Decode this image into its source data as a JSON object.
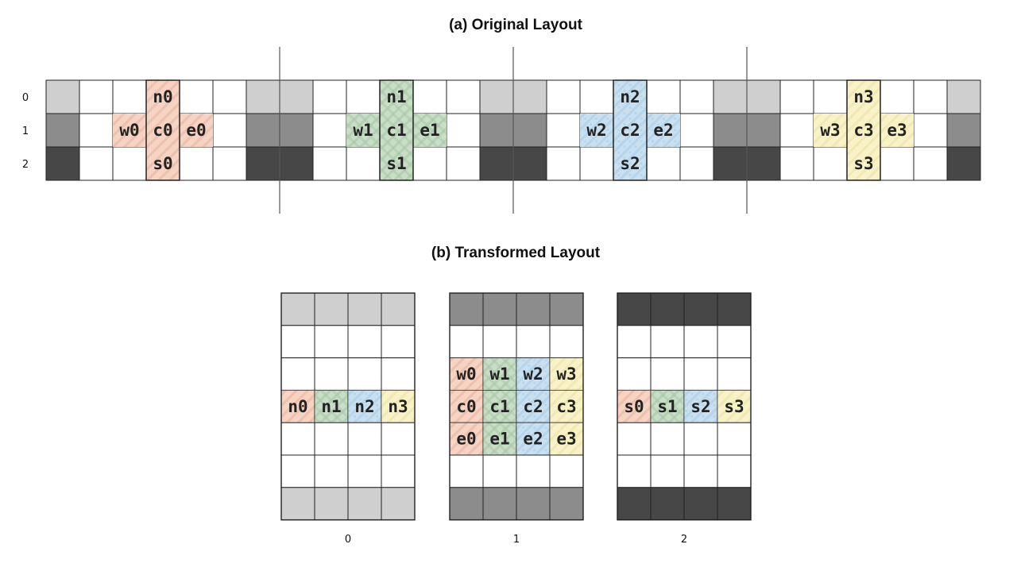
{
  "titles": {
    "a": "(a) Original Layout",
    "b": "(b) Transformed Layout"
  },
  "original": {
    "row_labels": [
      "0",
      "1",
      "2"
    ],
    "blocks": [
      {
        "cells": [
          {
            "label": "n0",
            "row": 0,
            "col": 3
          },
          {
            "label": "w0",
            "row": 1,
            "col": 2
          },
          {
            "label": "c0",
            "row": 1,
            "col": 3
          },
          {
            "label": "e0",
            "row": 1,
            "col": 4
          },
          {
            "label": "s0",
            "row": 2,
            "col": 3
          }
        ]
      },
      {
        "cells": [
          {
            "label": "n1",
            "row": 0,
            "col": 3
          },
          {
            "label": "w1",
            "row": 1,
            "col": 2
          },
          {
            "label": "c1",
            "row": 1,
            "col": 3
          },
          {
            "label": "e1",
            "row": 1,
            "col": 4
          },
          {
            "label": "s1",
            "row": 2,
            "col": 3
          }
        ]
      },
      {
        "cells": [
          {
            "label": "n2",
            "row": 0,
            "col": 3
          },
          {
            "label": "w2",
            "row": 1,
            "col": 2
          },
          {
            "label": "c2",
            "row": 1,
            "col": 3
          },
          {
            "label": "e2",
            "row": 1,
            "col": 4
          },
          {
            "label": "s2",
            "row": 2,
            "col": 3
          }
        ]
      },
      {
        "cells": [
          {
            "label": "n3",
            "row": 0,
            "col": 3
          },
          {
            "label": "w3",
            "row": 1,
            "col": 2
          },
          {
            "label": "c3",
            "row": 1,
            "col": 3
          },
          {
            "label": "e3",
            "row": 1,
            "col": 4
          },
          {
            "label": "s3",
            "row": 2,
            "col": 3
          }
        ]
      }
    ]
  },
  "transformed": {
    "blocks": [
      {
        "label": "0",
        "rows": [
          [],
          [],
          [],
          [
            "n0",
            "n1",
            "n2",
            "n3"
          ],
          [],
          [],
          []
        ]
      },
      {
        "label": "1",
        "rows": [
          [],
          [],
          [
            "w0",
            "w1",
            "w2",
            "w3"
          ],
          [
            "c0",
            "c1",
            "c2",
            "c3"
          ],
          [
            "e0",
            "e1",
            "e2",
            "e3"
          ],
          [],
          []
        ]
      },
      {
        "label": "2",
        "rows": [
          [],
          [],
          [],
          [
            "s0",
            "s1",
            "s2",
            "s3"
          ],
          [],
          [],
          []
        ]
      }
    ]
  },
  "colors": {
    "row_shades": [
      "#cfcfcf",
      "#8c8c8c",
      "#474747"
    ],
    "blocks": [
      "#f6d3c2",
      "#c9dec7",
      "#c8e0f0",
      "#f8f2c6"
    ],
    "pattern": [
      "#cf8c70",
      "#7aa578",
      "#7fb0d6",
      "#d8cf86"
    ],
    "grid": "#222222",
    "divider": "#555555"
  }
}
